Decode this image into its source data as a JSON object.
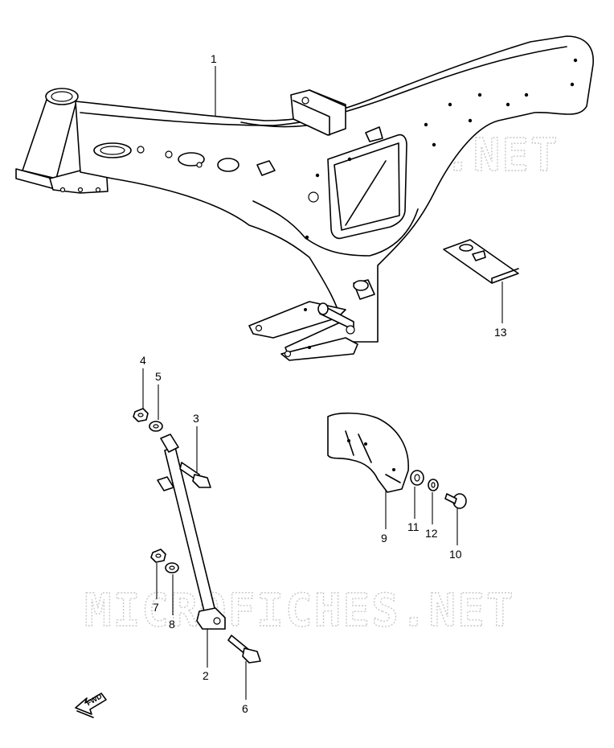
{
  "watermark": {
    "text": "MICROFICHES.NET"
  },
  "callouts": [
    {
      "id": "1",
      "label": "1"
    },
    {
      "id": "2",
      "label": "2"
    },
    {
      "id": "3",
      "label": "3"
    },
    {
      "id": "4",
      "label": "4"
    },
    {
      "id": "5",
      "label": "5"
    },
    {
      "id": "6",
      "label": "6"
    },
    {
      "id": "7",
      "label": "7"
    },
    {
      "id": "8",
      "label": "8"
    },
    {
      "id": "9",
      "label": "9"
    },
    {
      "id": "10",
      "label": "10"
    },
    {
      "id": "11",
      "label": "11"
    },
    {
      "id": "12",
      "label": "12"
    },
    {
      "id": "13",
      "label": "13"
    }
  ],
  "fwd_indicator": {
    "text": "FWD"
  }
}
